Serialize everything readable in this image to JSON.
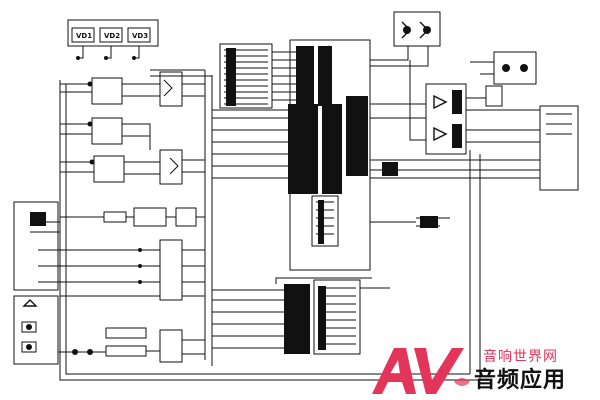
{
  "modules": {
    "vd1": "VD1",
    "vd2": "VD2",
    "vd3": "VD3"
  },
  "watermark": {
    "logo_text": "AV",
    "site_name": "音响世界网",
    "app_name": "音频应用",
    "brand_color": "#e3345a"
  }
}
